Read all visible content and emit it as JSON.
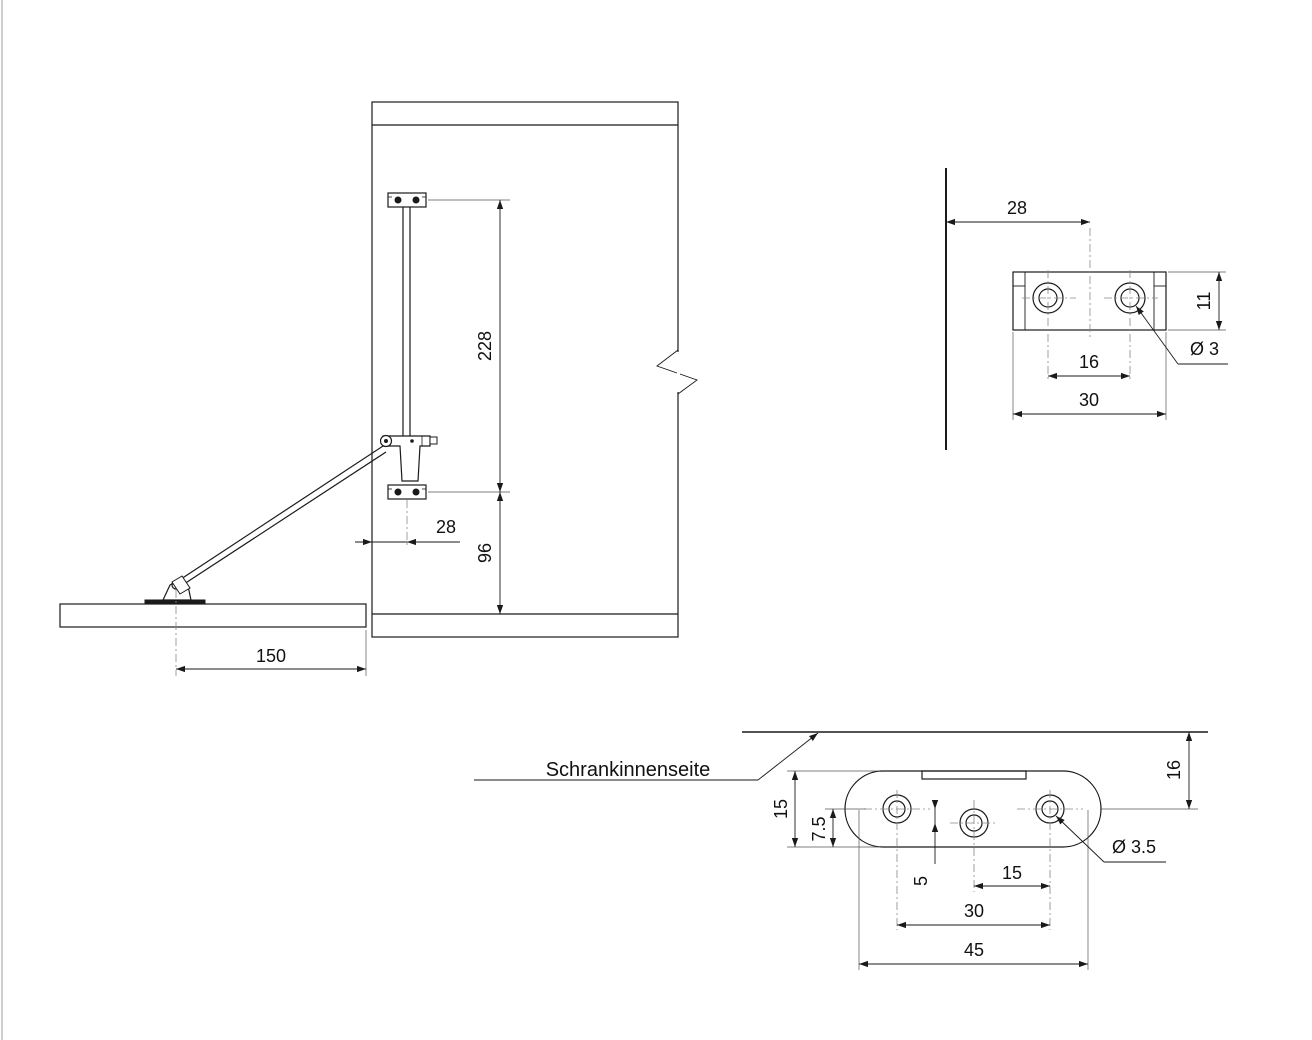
{
  "drawing": {
    "side_view": {
      "dim_height_upper": "228",
      "dim_height_lower": "96",
      "dim_offset": "28",
      "dim_base": "150"
    },
    "top_bracket_view": {
      "dim_wall_offset": "28",
      "dim_height": "11",
      "dim_hole_spacing": "16",
      "dim_width": "30",
      "dim_hole_diameter": "Ø 3"
    },
    "bottom_plate_view": {
      "label_inner_side": "Schrankinnenseite",
      "dim_wall_offset": "16",
      "dim_height": "15",
      "dim_half_height": "7.5",
      "dim_center_offset": "5",
      "dim_half_spacing": "15",
      "dim_hole_spacing": "30",
      "dim_width": "45",
      "dim_hole_diameter": "Ø 3.5"
    }
  }
}
